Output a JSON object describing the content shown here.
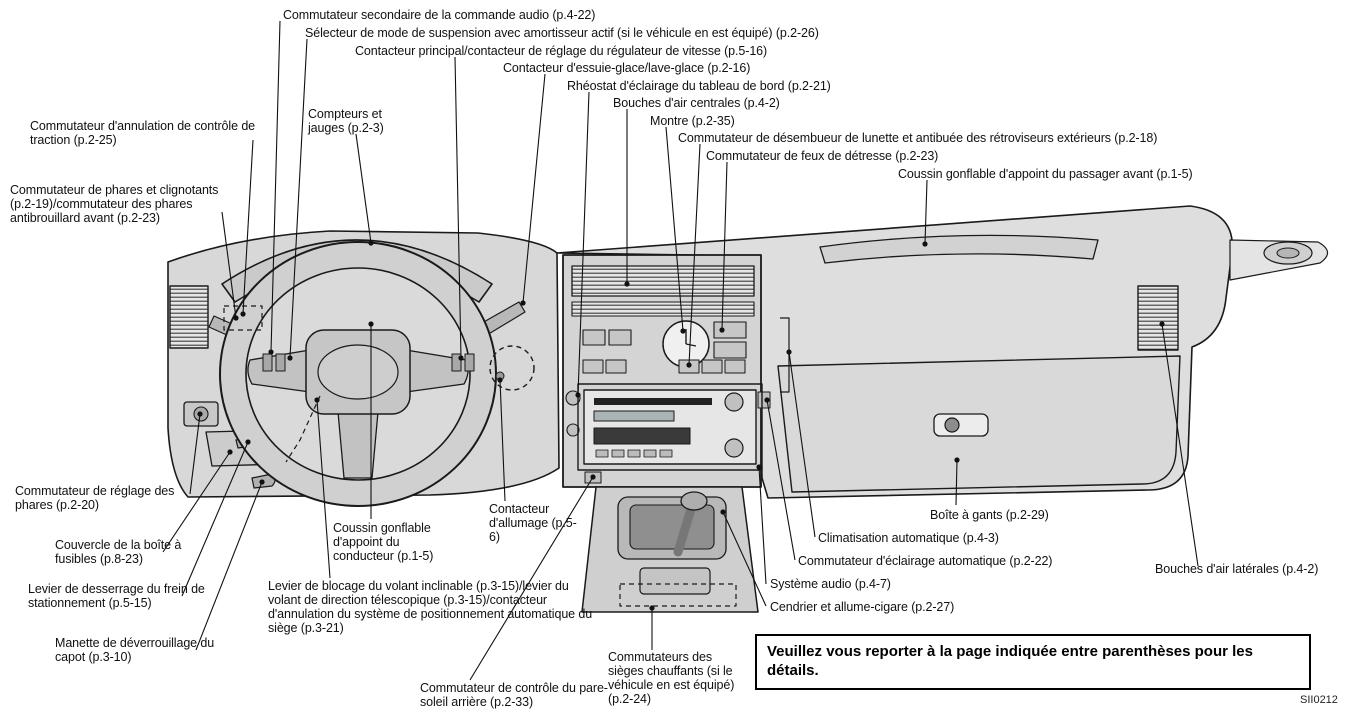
{
  "figure": {
    "code": "SII0212",
    "note": "Veuillez vous reporter à la page indiquée entre parenthèses pour les détails."
  },
  "labels": [
    {
      "id": "audio-secondary",
      "text": "Commutateur secondaire de la commande audio (p.4-22)"
    },
    {
      "id": "suspension-mode",
      "text": "Sélecteur de mode de suspension avec amortisseur actif (si le véhicule en est équipé) (p.2-26)"
    },
    {
      "id": "cruise-control",
      "text": "Contacteur principal/contacteur de réglage du régulateur de vitesse (p.5-16)"
    },
    {
      "id": "wiper-washer",
      "text": "Contacteur d'essuie-glace/lave-glace (p.2-16)"
    },
    {
      "id": "panel-dimmer",
      "text": "Rhéostat d'éclairage du tableau de bord (p.2-21)"
    },
    {
      "id": "center-vents",
      "text": "Bouches d'air centrales (p.4-2)"
    },
    {
      "id": "clock",
      "text": "Montre (p.2-35)"
    },
    {
      "id": "defogger",
      "text": "Commutateur de désembueur de lunette et antibuée des rétroviseurs extérieurs (p.2-18)"
    },
    {
      "id": "hazard",
      "text": "Commutateur de feux de détresse (p.2-23)"
    },
    {
      "id": "passenger-airbag",
      "text": "Coussin gonflable d'appoint du passager avant (p.1-5)"
    },
    {
      "id": "traction-cancel",
      "text": "Commutateur d'annulation de contrôle de traction (p.2-25)"
    },
    {
      "id": "gauges",
      "text": "Compteurs et jauges (p.2-3)"
    },
    {
      "id": "headlight-turn",
      "text": "Commutateur de phares et clignotants (p.2-19)/commutateur des phares antibrouillard avant (p.2-23)"
    },
    {
      "id": "headlight-aiming",
      "text": "Commutateur de réglage des phares (p.2-20)"
    },
    {
      "id": "fuse-box",
      "text": "Couvercle de la boîte à fusibles (p.8-23)"
    },
    {
      "id": "parking-brake-release",
      "text": "Levier de desserrage du frein de stationnement (p.5-15)"
    },
    {
      "id": "hood-release",
      "text": "Manette de déverrouillage du capot (p.3-10)"
    },
    {
      "id": "driver-airbag",
      "text": "Coussin gonflable d'appoint du conducteur (p.1-5)"
    },
    {
      "id": "ignition",
      "text": "Contacteur d'allumage (p.5-6)"
    },
    {
      "id": "tilt-telescopic",
      "text": "Levier de blocage du volant inclinable (p.3-15)/levier du volant de direction télescopique (p.3-15)/contacteur d'annulation du système de positionnement automatique du siège (p.3-21)"
    },
    {
      "id": "rear-sunshade",
      "text": "Commutateur de contrôle du pare-soleil arrière (p.2-33)"
    },
    {
      "id": "heated-seats",
      "text": "Commutateurs des sièges chauffants (si le véhicule en est équipé) (p.2-24)"
    },
    {
      "id": "ashtray-lighter",
      "text": "Cendrier et allume-cigare (p.2-27)"
    },
    {
      "id": "audio-system",
      "text": "Système audio (p.4-7)"
    },
    {
      "id": "auto-light",
      "text": "Commutateur d'éclairage automatique (p.2-22)"
    },
    {
      "id": "auto-climate",
      "text": "Climatisation automatique (p.4-3)"
    },
    {
      "id": "glove-box",
      "text": "Boîte à gants (p.2-29)"
    },
    {
      "id": "side-vents",
      "text": "Bouches d'air latérales (p.4-2)"
    }
  ]
}
